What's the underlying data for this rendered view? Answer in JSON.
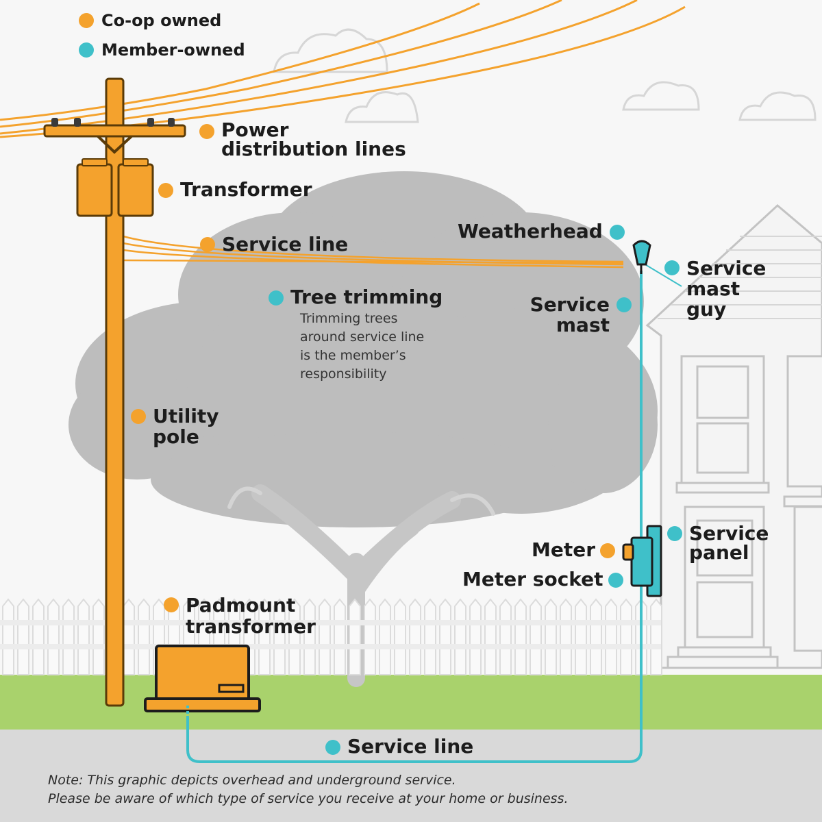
{
  "legend": {
    "coop": {
      "label": "Co-op owned",
      "color": "#f4a22d"
    },
    "member": {
      "label": "Member-owned",
      "color": "#3fc0c9"
    }
  },
  "labels": {
    "power_lines": [
      "Power",
      "distribution lines"
    ],
    "transformer": [
      "Transformer"
    ],
    "service_line_overhead": [
      "Service line"
    ],
    "weatherhead": [
      "Weatherhead"
    ],
    "service_mast_guy": [
      "Service",
      "mast",
      "guy"
    ],
    "service_mast": [
      "Service",
      "mast"
    ],
    "tree_trimming": [
      "Tree trimming"
    ],
    "tree_trimming_desc": [
      "Trimming trees",
      "around service line",
      "is the member’s",
      "responsibility"
    ],
    "utility_pole": [
      "Utility",
      "pole"
    ],
    "service_panel": [
      "Service",
      "panel"
    ],
    "meter": [
      "Meter"
    ],
    "meter_socket": [
      "Meter socket"
    ],
    "padmount_transformer": [
      "Padmount",
      "transformer"
    ],
    "service_line_underground": [
      "Service line"
    ]
  },
  "note": [
    "Note: This graphic depicts overhead and underground service.",
    "Please be aware of which type of service you receive at your home or business."
  ],
  "colors": {
    "coop_orange": "#f4a22d",
    "member_teal": "#3fc0c9",
    "grass": "#a9d26c",
    "road": "#d8d8d8",
    "tree": "#bdbdbd"
  }
}
